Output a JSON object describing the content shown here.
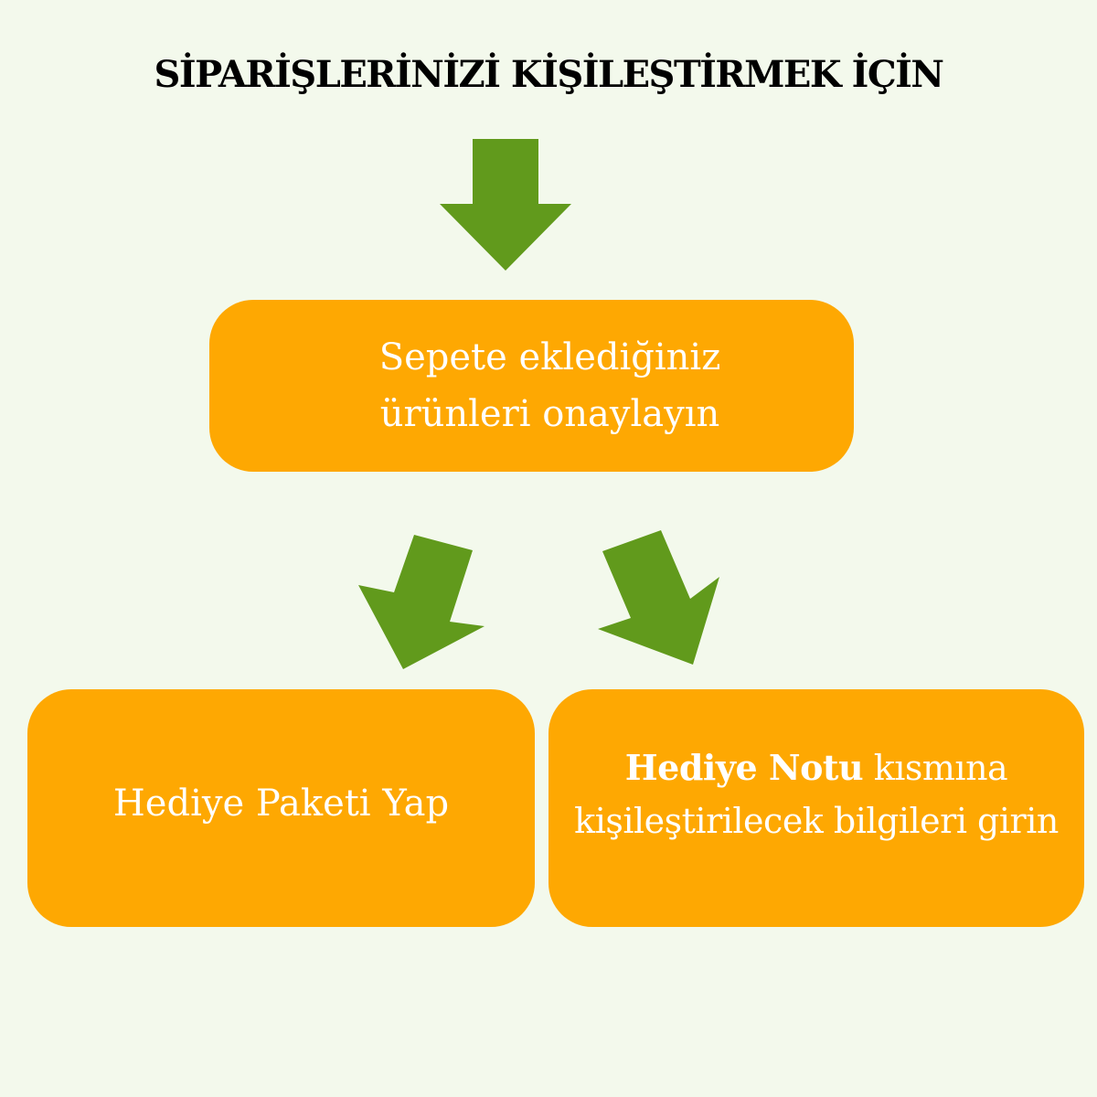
{
  "title": "SİPARİŞLERİNİZİ KİŞİLEŞTİRMEK İÇİN",
  "colors": {
    "background": "#f3f9ec",
    "arrow": "#619a1c",
    "box": "#fea802",
    "box_text": "#ffffff",
    "title_text": "#000000"
  },
  "steps": {
    "confirm": {
      "text": "Sepete eklediğiniz ürünleri onaylayın"
    },
    "gift_wrap": {
      "text": "Hediye Paketi Yap"
    },
    "gift_note": {
      "bold_text": "Hediye Notu",
      "text": " kısmına kişileştirilecek bilgileri girin"
    }
  },
  "arrows": [
    {
      "name": "arrow-down",
      "icon": "arrow-down-icon"
    },
    {
      "name": "arrow-down-left",
      "icon": "arrow-down-left-icon"
    },
    {
      "name": "arrow-down-right",
      "icon": "arrow-down-right-icon"
    }
  ]
}
